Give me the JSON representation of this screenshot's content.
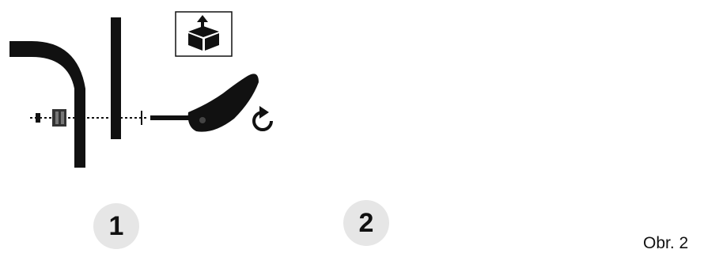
{
  "figure": {
    "steps": [
      {
        "number": "1",
        "icons": [
          "unbox-icon",
          "rotate-clockwise-icon"
        ]
      },
      {
        "number": "2",
        "icons": [
          "curved-arrow-up-icon",
          "lock-icon"
        ]
      }
    ],
    "caption": "Obr. 2",
    "colors": {
      "ink": "#111111",
      "badge": "#e6e6e6",
      "mower_accent": "#7a8a00"
    }
  }
}
